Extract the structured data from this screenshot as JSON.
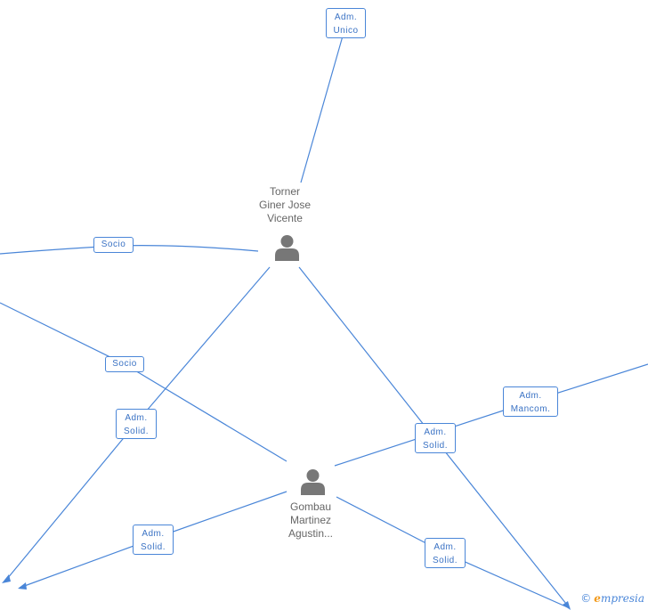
{
  "people": {
    "torner": {
      "lines": [
        "Torner",
        "Giner Jose",
        "Vicente"
      ]
    },
    "gombau": {
      "lines": [
        "Gombau",
        "Martinez",
        "Agustin..."
      ]
    }
  },
  "roles": {
    "adm_unico": [
      "Adm.",
      "Unico"
    ],
    "socio_top": [
      "Socio"
    ],
    "socio_mid": [
      "Socio"
    ],
    "adm_solid_left": [
      "Adm.",
      "Solid."
    ],
    "adm_solid_center": [
      "Adm.",
      "Solid."
    ],
    "adm_mancom": [
      "Adm.",
      "Mancom."
    ],
    "adm_solid_bottom_left": [
      "Adm.",
      "Solid."
    ],
    "adm_solid_bottom_right": [
      "Adm.",
      "Solid."
    ]
  },
  "brand": {
    "copyright": "©",
    "e": "e",
    "rest": "mpresia"
  },
  "colors": {
    "edge": "#4a86d8",
    "label": "#3a72c4",
    "person": "#777777",
    "brand_accent": "#f29a1c"
  }
}
